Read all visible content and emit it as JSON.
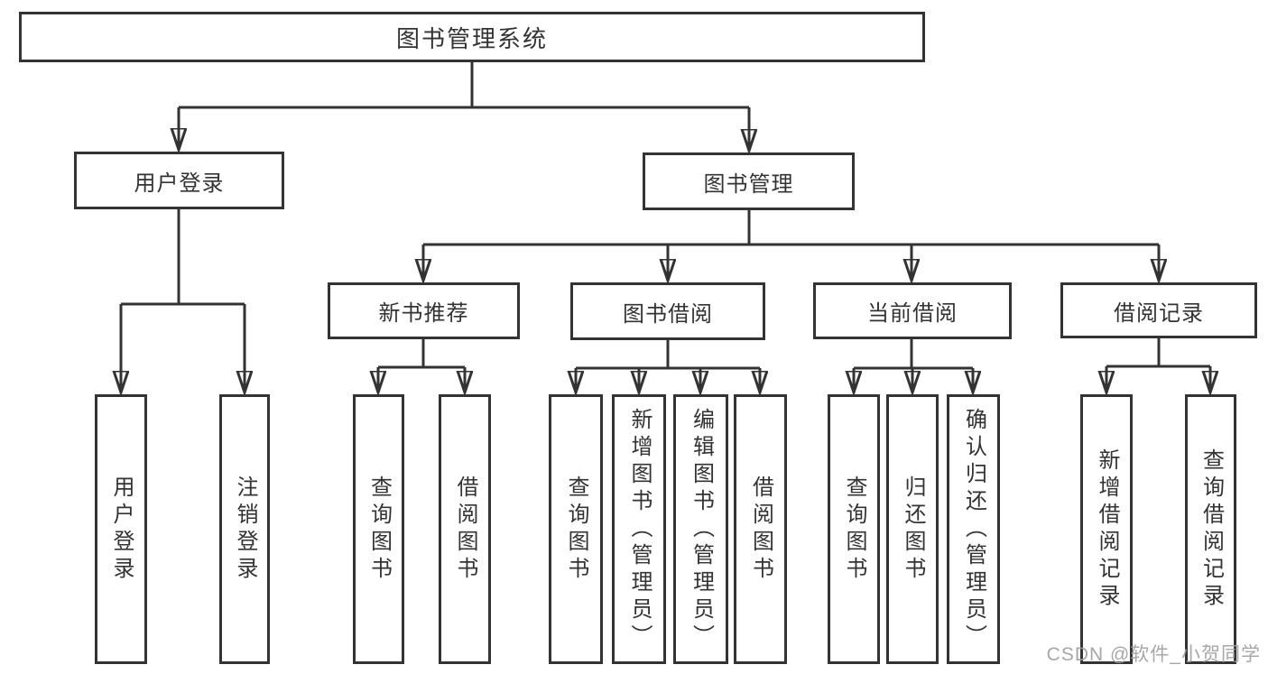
{
  "diagram_type": "hierarchy-tree",
  "watermark": "CSDN @软件_小贺同学",
  "colors": {
    "line": "#333333",
    "box_border": "#333333",
    "box_background": "#ffffff",
    "text": "#333333",
    "watermark": "#a0a0a0",
    "page_background": "#ffffff"
  },
  "tree": {
    "root": {
      "label": "图书管理系统",
      "children": [
        {
          "label": "用户登录",
          "children": [
            {
              "label": "用户登录"
            },
            {
              "label": "注销登录"
            }
          ]
        },
        {
          "label": "图书管理",
          "children": [
            {
              "label": "新书推荐",
              "children": [
                {
                  "label": "查询图书"
                },
                {
                  "label": "借阅图书"
                }
              ]
            },
            {
              "label": "图书借阅",
              "children": [
                {
                  "label": "查询图书"
                },
                {
                  "label": "新增图书（管理员）"
                },
                {
                  "label": "编辑图书（管理员）"
                },
                {
                  "label": "借阅图书"
                }
              ]
            },
            {
              "label": "当前借阅",
              "children": [
                {
                  "label": "查询图书"
                },
                {
                  "label": "归还图书"
                },
                {
                  "label": "确认归还（管理员）"
                }
              ]
            },
            {
              "label": "借阅记录",
              "children": [
                {
                  "label": "新增借阅记录"
                },
                {
                  "label": "查询借阅记录"
                }
              ]
            }
          ]
        }
      ]
    }
  }
}
